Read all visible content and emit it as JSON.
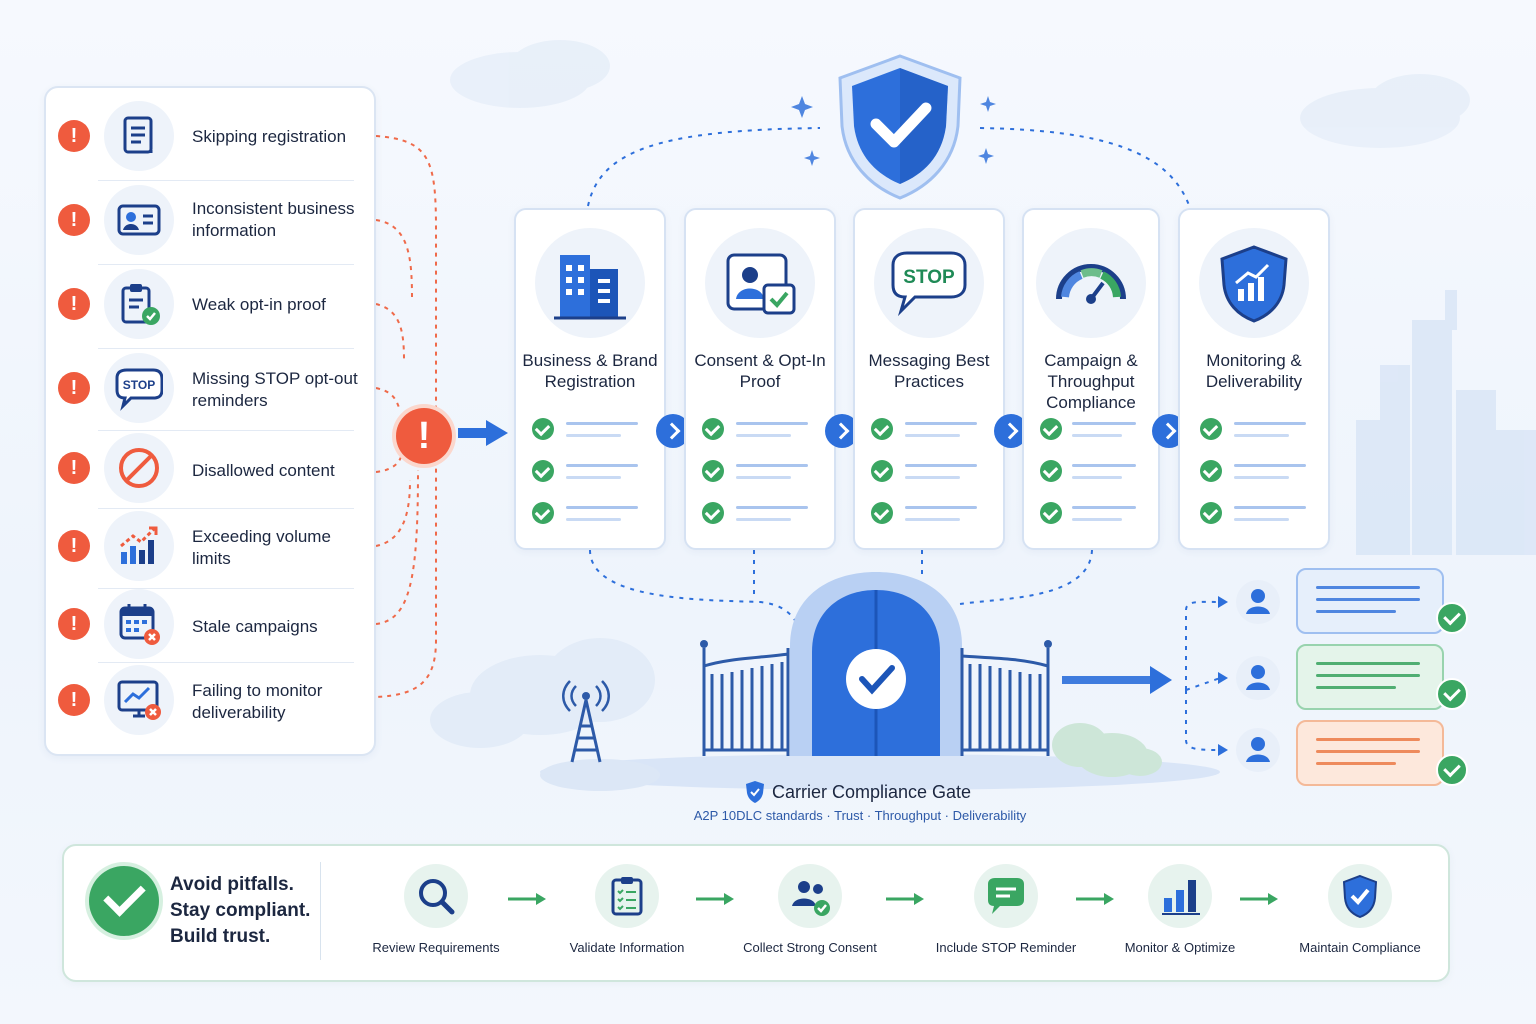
{
  "pitfalls": [
    {
      "label": "Skipping registration",
      "icon": "document-icon"
    },
    {
      "label": "Inconsistent business information",
      "icon": "id-card-icon"
    },
    {
      "label": "Weak opt-in proof",
      "icon": "clipboard-check-icon"
    },
    {
      "label": "Missing STOP opt-out reminders",
      "icon": "stop-bubble-icon"
    },
    {
      "label": "Disallowed content",
      "icon": "prohibited-icon"
    },
    {
      "label": "Exceeding volume limits",
      "icon": "bar-chart-up-icon"
    },
    {
      "label": "Stale campaigns",
      "icon": "calendar-x-icon"
    },
    {
      "label": "Failing to monitor deliverability",
      "icon": "monitor-x-icon"
    }
  ],
  "stages": [
    {
      "title": "Business & Brand Registration",
      "icon": "buildings-icon"
    },
    {
      "title": "Consent & Opt-In Proof",
      "icon": "consent-icon"
    },
    {
      "title": "Messaging Best Practices",
      "icon": "stop-bubble-icon",
      "icon_text": "STOP"
    },
    {
      "title": "Campaign & Throughput Compliance",
      "icon": "gauge-icon"
    },
    {
      "title": "Monitoring & Deliverability",
      "icon": "shield-chart-icon"
    }
  ],
  "stop_small": "STOP",
  "gate": {
    "title": "Carrier Compliance Gate",
    "subtitle": "A2P 10DLC standards  ·  Trust  ·  Throughput  ·  Deliverability"
  },
  "bottom": {
    "tagline": [
      "Avoid pitfalls.",
      "Stay compliant.",
      "Build trust."
    ],
    "steps": [
      {
        "label": "Review Requirements",
        "icon": "magnifier-icon"
      },
      {
        "label": "Validate Information",
        "icon": "clipboard-list-icon"
      },
      {
        "label": "Collect Strong Consent",
        "icon": "users-check-icon"
      },
      {
        "label": "Include STOP Reminder",
        "icon": "chat-bubble-icon"
      },
      {
        "label": "Monitor & Optimize",
        "icon": "bar-chart-icon"
      },
      {
        "label": "Maintain Compliance",
        "icon": "shield-check-icon"
      }
    ]
  },
  "colors": {
    "primary": "#2d6fdb",
    "warning": "#ef5b3e",
    "success": "#3aa662"
  }
}
